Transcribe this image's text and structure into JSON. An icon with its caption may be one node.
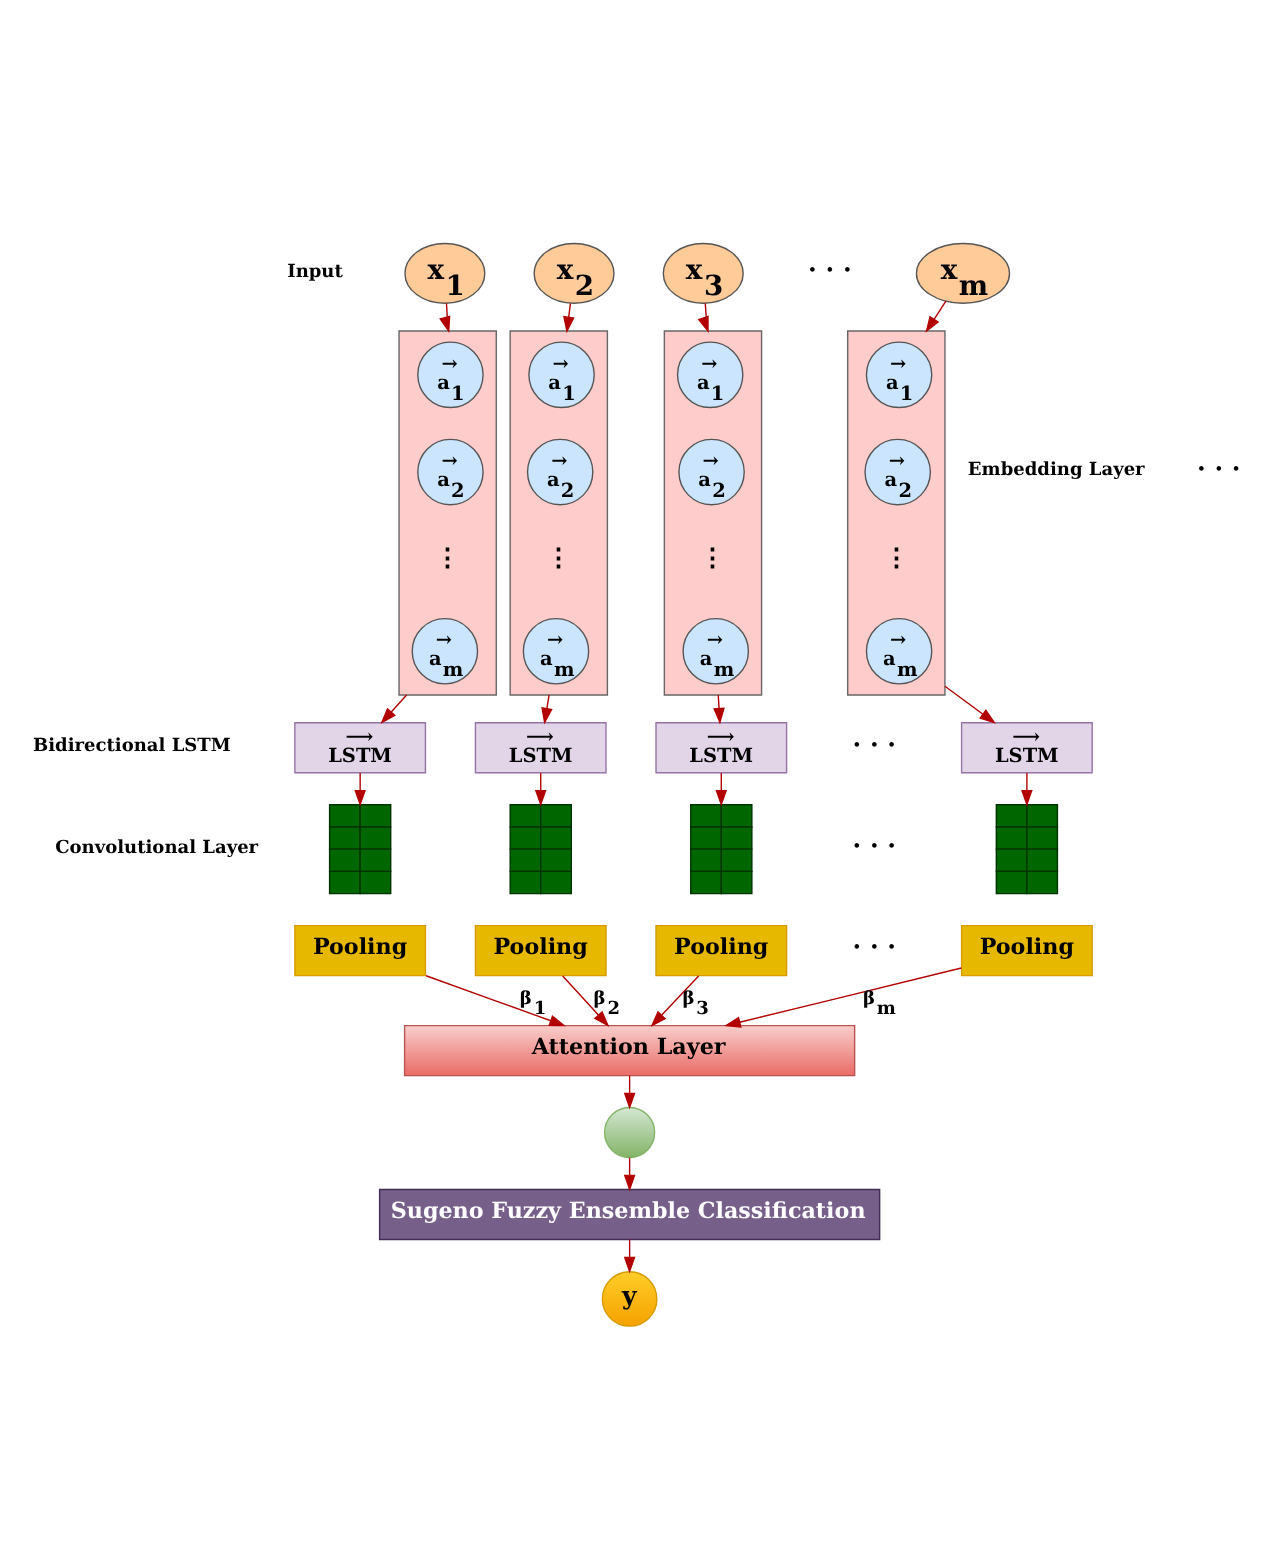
{
  "diagram": {
    "nodes": [
      {
        "text": [
          "x$_{1}$"
        ]
      },
      {
        "text": [
          "x$_{2}$"
        ]
      },
      {
        "text": [
          "x$_{3}$"
        ]
      },
      {
        "text": [
          "x$_{m}$"
        ]
      },
      {
        "text": [],
        "shape": "box"
      },
      {
        "text": [
          "→",
          "a$_{1}$"
        ],
        "in": 4
      },
      {
        "text": [
          "→",
          "a$_{2}$"
        ],
        "in": 4
      },
      {
        "text": [
          "→",
          "a$_{m}$"
        ],
        "in": 4
      },
      {
        "text": [],
        "shape": "box"
      },
      {
        "text": [
          "→",
          "a$_{1}$"
        ],
        "in": 8
      },
      {
        "text": [
          "→",
          "a$_{2}$"
        ],
        "in": 8
      },
      {
        "text": [
          "→",
          "a$_{m}$"
        ],
        "in": 8
      },
      {
        "text": [],
        "shape": "box"
      },
      {
        "text": [
          "→",
          "a$_{1}$"
        ],
        "in": 12
      },
      {
        "text": [
          "→",
          "a$_{2}$"
        ],
        "in": 12
      },
      {
        "text": [
          "→",
          "a$_{m}$"
        ],
        "in": 12
      },
      {
        "text": [],
        "shape": "box"
      },
      {
        "text": [
          "→",
          "a$_{1}$"
        ],
        "in": 16
      },
      {
        "text": [
          "→",
          "a$_{2}$"
        ],
        "in": 16
      },
      {
        "text": [
          "→",
          "a$_{m}$"
        ],
        "in": 16
      },
      {
        "text": [
          "⟶",
          "LSTM"
        ]
      },
      {
        "text": [
          "⟶",
          "LSTM"
        ]
      },
      {
        "text": [
          "⟶",
          "LSTM"
        ]
      },
      {
        "text": [
          "⟶",
          "LSTM"
        ]
      },
      {
        "text": [],
        "shape": "grid"
      },
      {
        "text": [],
        "shape": "grid"
      },
      {
        "text": [],
        "shape": "grid"
      },
      {
        "text": [],
        "shape": "grid"
      },
      {
        "text": [
          "Pooling"
        ]
      },
      {
        "text": [
          "Pooling"
        ]
      },
      {
        "text": [
          "Pooling"
        ]
      },
      {
        "text": [
          "Pooling"
        ]
      },
      {
        "text": [
          "Attention Layer"
        ]
      },
      {
        "text": [],
        "shape": "circle"
      },
      {
        "text": [
          "Sugeno Fuzzy Ensemble Classification"
        ]
      },
      {
        "text": [
          "y"
        ]
      }
    ],
    "edges": [
      {
        "from": 0,
        "to": 4,
        "arrow": "to"
      },
      {
        "from": 1,
        "to": 8,
        "arrow": "to"
      },
      {
        "from": 2,
        "to": 12,
        "arrow": "to"
      },
      {
        "from": 3,
        "to": 16,
        "arrow": "to"
      },
      {
        "from": 4,
        "to": 20,
        "arrow": "to"
      },
      {
        "from": 8,
        "to": 21,
        "arrow": "to"
      },
      {
        "from": 12,
        "to": 22,
        "arrow": "to"
      },
      {
        "from": 16,
        "to": 23,
        "arrow": "to"
      },
      {
        "from": 20,
        "to": 24,
        "arrow": "to"
      },
      {
        "from": 21,
        "to": 25,
        "arrow": "to"
      },
      {
        "from": 22,
        "to": 26,
        "arrow": "to"
      },
      {
        "from": 23,
        "to": 27,
        "arrow": "to"
      },
      {
        "from": 28,
        "to": 32,
        "arrow": "to",
        "label": "β$_{1}$"
      },
      {
        "from": 29,
        "to": 32,
        "arrow": "to",
        "label": "β$_{2}$"
      },
      {
        "from": 30,
        "to": 32,
        "arrow": "to",
        "label": "β$_{3}$"
      },
      {
        "from": 31,
        "to": 32,
        "arrow": "to",
        "label": "β$_{m}$"
      },
      {
        "from": 32,
        "to": 33,
        "arrow": "to"
      },
      {
        "from": 33,
        "to": 34,
        "arrow": "to"
      },
      {
        "from": 34,
        "to": 35,
        "arrow": "to"
      }
    ],
    "labels": [
      "Input",
      "· · ·",
      "Embedding Layer",
      "⋮",
      "⋮",
      "⋮",
      "· · ·",
      "⋮",
      "Bidirectional LSTM",
      "· · ·",
      "Convolutional Layer",
      "· · ·",
      "· · ·"
    ]
  }
}
